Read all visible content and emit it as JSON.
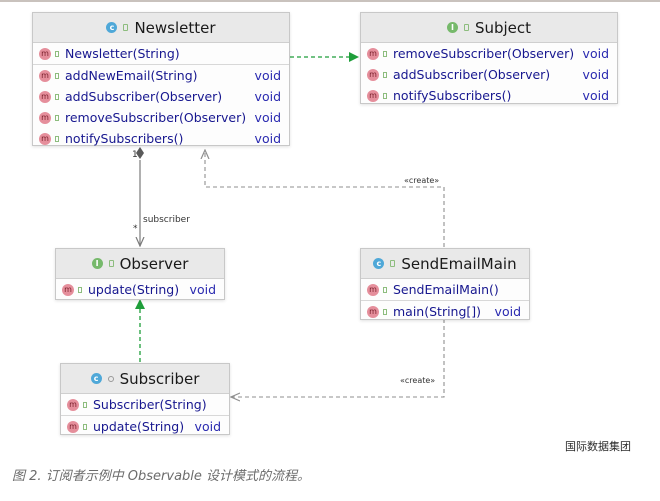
{
  "classes": {
    "newsletter": {
      "name": "Newsletter",
      "kind_badge": "c",
      "members": [
        {
          "name": "Newsletter(String)",
          "ret": ""
        },
        {
          "name": "addNewEmail(String)",
          "ret": "void"
        },
        {
          "name": "addSubscriber(Observer)",
          "ret": "void"
        },
        {
          "name": "removeSubscriber(Observer)",
          "ret": "void"
        },
        {
          "name": "notifySubscribers()",
          "ret": "void"
        }
      ]
    },
    "subject": {
      "name": "Subject",
      "kind_badge": "I",
      "members": [
        {
          "name": "removeSubscriber(Observer)",
          "ret": "void"
        },
        {
          "name": "addSubscriber(Observer)",
          "ret": "void"
        },
        {
          "name": "notifySubscribers()",
          "ret": "void"
        }
      ]
    },
    "observer": {
      "name": "Observer",
      "kind_badge": "I",
      "members": [
        {
          "name": "update(String)",
          "ret": "void"
        }
      ]
    },
    "sendEmailMain": {
      "name": "SendEmailMain",
      "kind_badge": "c",
      "members": [
        {
          "name": "SendEmailMain()",
          "ret": ""
        },
        {
          "name": "main(String[])",
          "ret": "void"
        }
      ]
    },
    "subscriber": {
      "name": "Subscriber",
      "kind_badge": "c",
      "members": [
        {
          "name": "Subscriber(String)",
          "ret": ""
        },
        {
          "name": "update(String)",
          "ret": "void"
        }
      ]
    }
  },
  "method_badge": "m",
  "relations": {
    "create_label": "«create»",
    "aggregation_role": "subscriber",
    "multiplicity_one": "1",
    "multiplicity_many": "*"
  },
  "colors": {
    "implements_arrow": "#1e9e3a",
    "dependency_arrow": "#8f8f8f",
    "aggregation_line": "#7b7b7b"
  },
  "brand": "国际数据集团",
  "caption": "图 2. 订阅者示例中 Observable 设计模式的流程。"
}
